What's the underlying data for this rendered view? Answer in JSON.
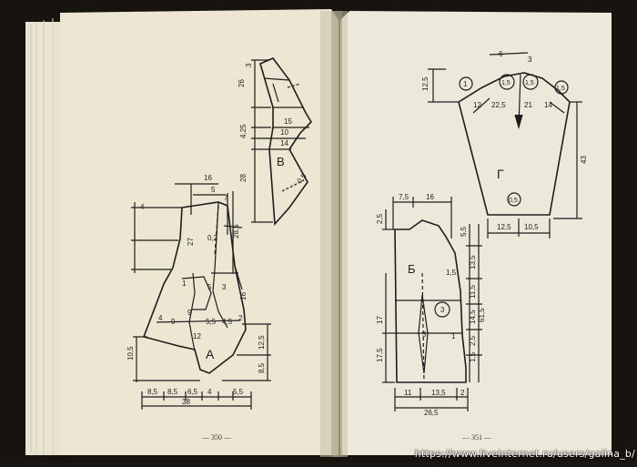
{
  "page_numbers": {
    "left": "— 350 —",
    "right": "— 351 —"
  },
  "watermark": "https://www.liveinternet.ru/users/galina_b/",
  "left_page": {
    "piece_labels": [
      "В",
      "А"
    ],
    "dims": {
      "top_26": "26",
      "top_3": "3",
      "v_15": "15",
      "v_10": "10",
      "v_425": "4,25",
      "v_14": "14",
      "v_28": "28",
      "v_05": "0,5",
      "w16": "16",
      "w5": "5",
      "w4": "4",
      "w7": "7",
      "d27": "27",
      "d02": "0,2",
      "d285": "28,5",
      "d16": "16",
      "s5": "5",
      "s3": "3",
      "s9": "9",
      "s9b": "9",
      "s4": "4",
      "s1": "1",
      "s2": "2",
      "s55": "5,5",
      "s45": "4,5",
      "s12": "12",
      "s105": "10,5",
      "s125": "12,5",
      "s85": "8,5",
      "b85a": "8,5",
      "b85b": "8,5",
      "b65": "6,5",
      "b4": "4",
      "b55": "5,5",
      "b38": "38"
    }
  },
  "right_page": {
    "piece_labels": [
      "Г",
      "Б"
    ],
    "dims": {
      "r125": "12,5",
      "r6": "6",
      "r3": "3",
      "r1": "1",
      "r15a": "1,5",
      "r15b": "1,5",
      "r12": "12",
      "r225": "22,5",
      "r21": "21",
      "r14": "14",
      "r43": "43",
      "r05": "0,5",
      "r125b": "12,5",
      "r105": "10,5",
      "r75": "7,5",
      "r16": "16",
      "r25": "2,5",
      "r55": "5,5",
      "r135": "13,5",
      "r15c": "1,5",
      "r3c": "3",
      "r115": "11,5",
      "r145": "14,5",
      "r615": "61,5",
      "r25b": "2,5",
      "r15d": "1,5",
      "r17": "17",
      "r175": "17,5",
      "r1b": "1",
      "r3d": "3",
      "r11": "11",
      "r135b": "13,5",
      "r2": "2",
      "r265": "26,5"
    }
  }
}
